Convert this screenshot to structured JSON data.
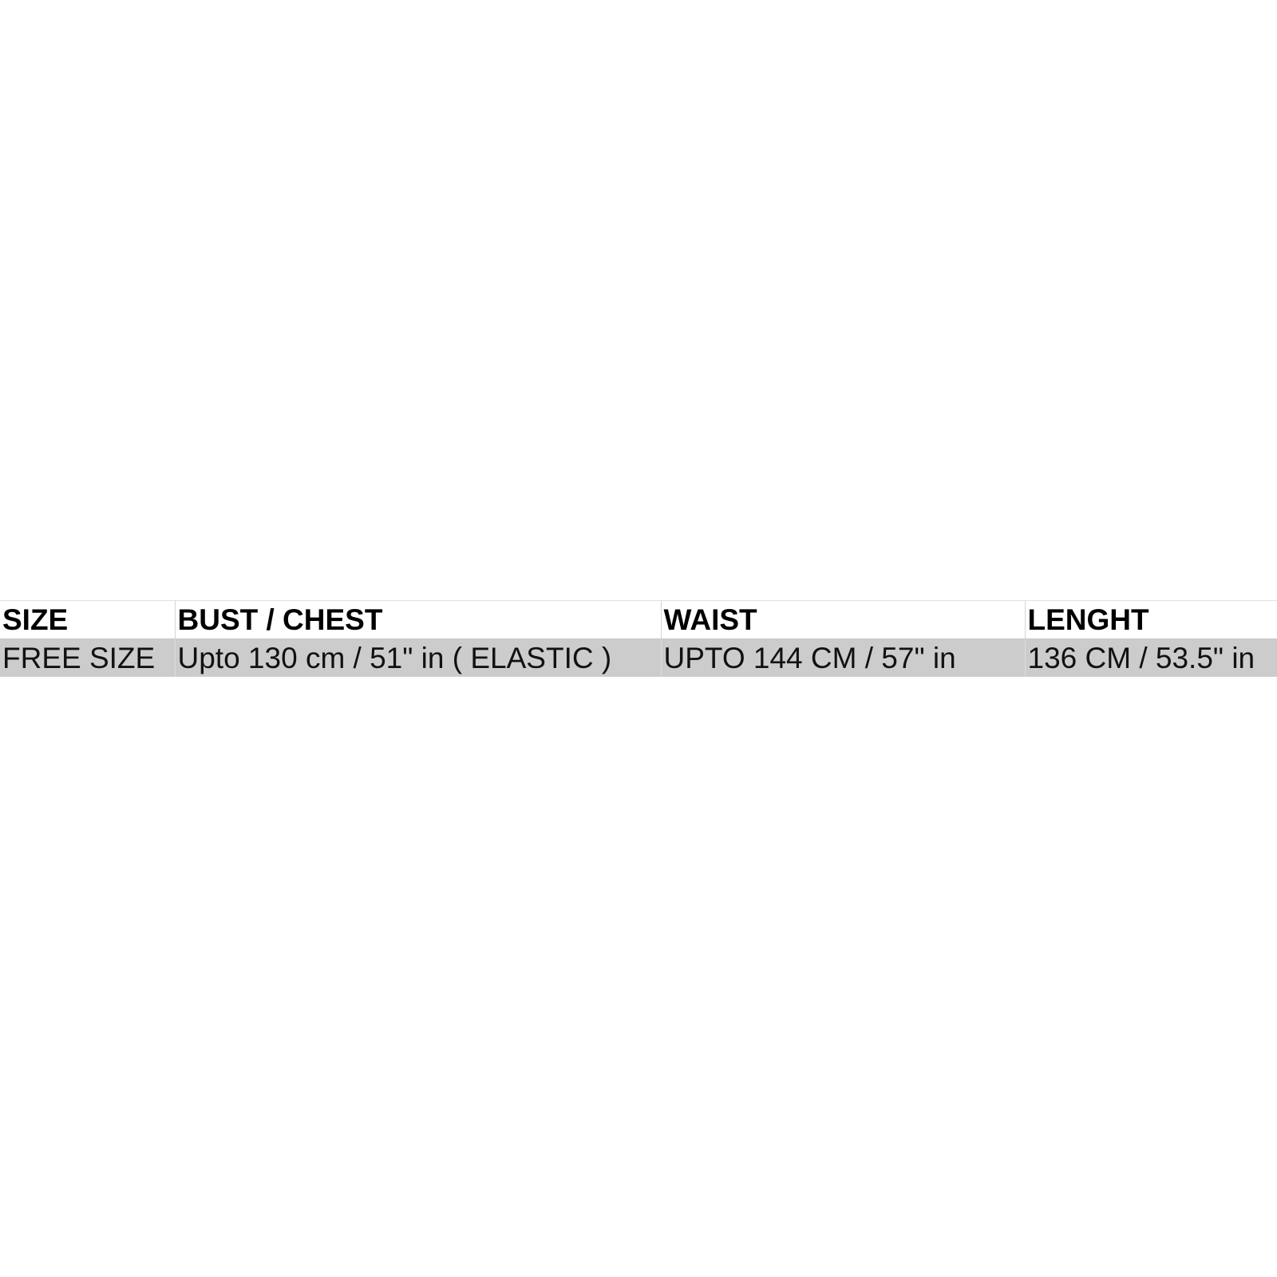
{
  "size_chart": {
    "headers": [
      "SIZE",
      "BUST / CHEST",
      "WAIST",
      "LENGHT"
    ],
    "rows": [
      [
        "FREE SIZE",
        "Upto 130 cm / 51\" in ( ELASTIC )",
        "UPTO 144 CM / 57\" in",
        "136 CM / 53.5\" in"
      ]
    ]
  }
}
